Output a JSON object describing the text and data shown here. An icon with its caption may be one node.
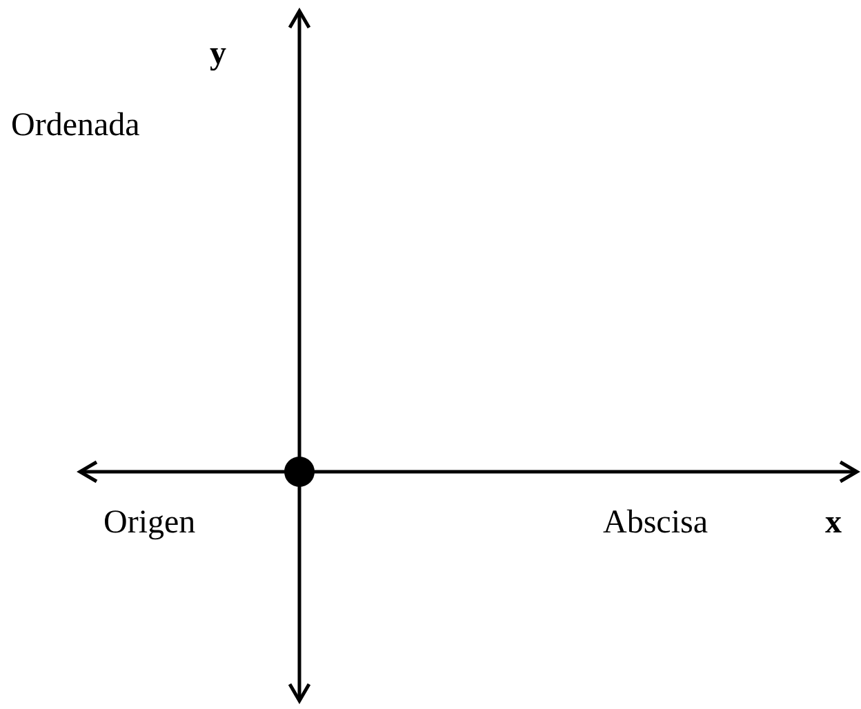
{
  "diagram": {
    "nodes": [
      {
        "text": [],
        "shape": "circle",
        "beside": [
          "Origen"
        ]
      }
    ],
    "labels": [
      "y",
      "Ordenada",
      "Abscisa",
      "x"
    ]
  }
}
